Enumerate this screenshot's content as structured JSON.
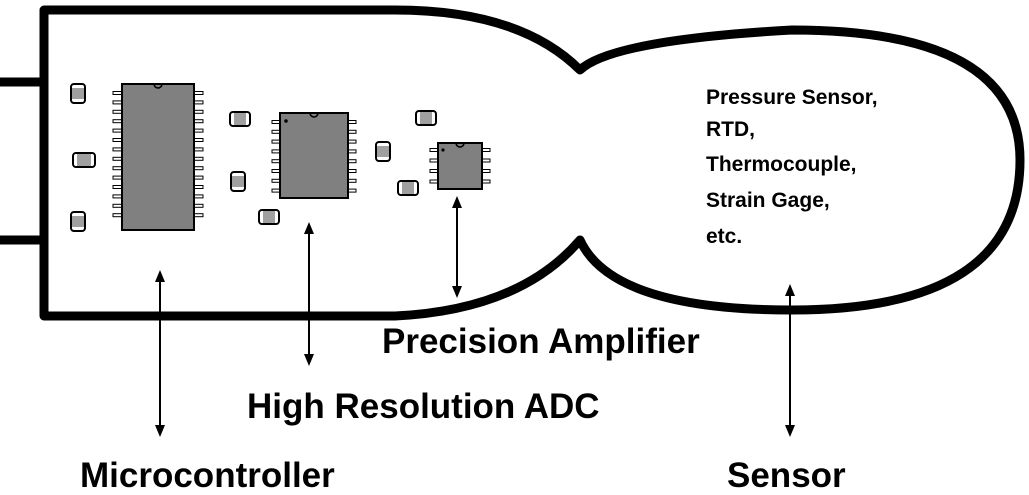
{
  "sensor_types": [
    "Pressure Sensor,",
    "RTD,",
    "Thermocouple,",
    "Strain Gage,",
    "etc."
  ],
  "labels": {
    "precision_amplifier": "Precision Amplifier",
    "adc": "High Resolution ADC",
    "microcontroller": "Microcontroller",
    "sensor": "Sensor"
  },
  "colors": {
    "outline": "#000000",
    "chip_body": "#808080",
    "passive_body": "#a0a0a0",
    "background": "#ffffff"
  }
}
